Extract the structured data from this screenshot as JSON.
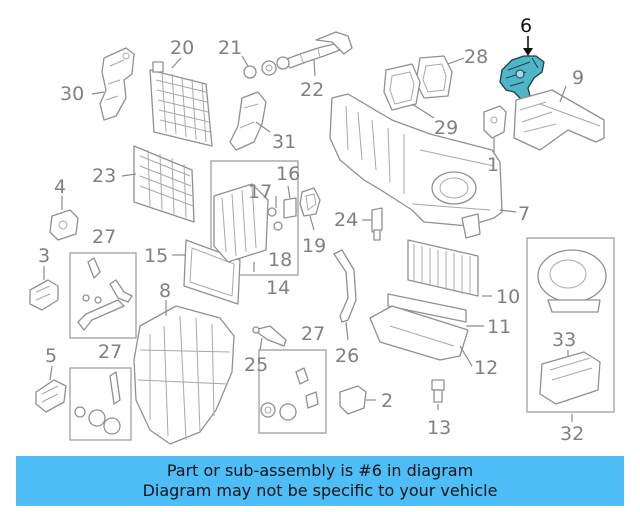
{
  "diagram": {
    "highlighted_part": "6",
    "callouts": {
      "c1": "1",
      "c2": "2",
      "c3": "3",
      "c4": "4",
      "c5": "5",
      "c6": "6",
      "c7": "7",
      "c8": "8",
      "c9": "9",
      "c10": "10",
      "c11": "11",
      "c12": "12",
      "c13": "13",
      "c14": "14",
      "c15": "15",
      "c16": "16",
      "c17": "17",
      "c18": "18",
      "c19": "19",
      "c20": "20",
      "c21": "21",
      "c22": "22",
      "c23": "23",
      "c24": "24",
      "c25": "25",
      "c26": "26",
      "c27a": "27",
      "c27b": "27",
      "c27c": "27",
      "c28": "28",
      "c29": "29",
      "c30": "30",
      "c31": "31",
      "c32": "32",
      "c33": "33"
    },
    "colors": {
      "highlight_fill": "#4fb6c6",
      "highlight_stroke": "#1b3d52",
      "line": "#909090"
    }
  },
  "banner": {
    "line1": "Part or sub-assembly is #6 in diagram",
    "line2": "Diagram may not be specific to your vehicle",
    "background": "#4dbef8"
  }
}
